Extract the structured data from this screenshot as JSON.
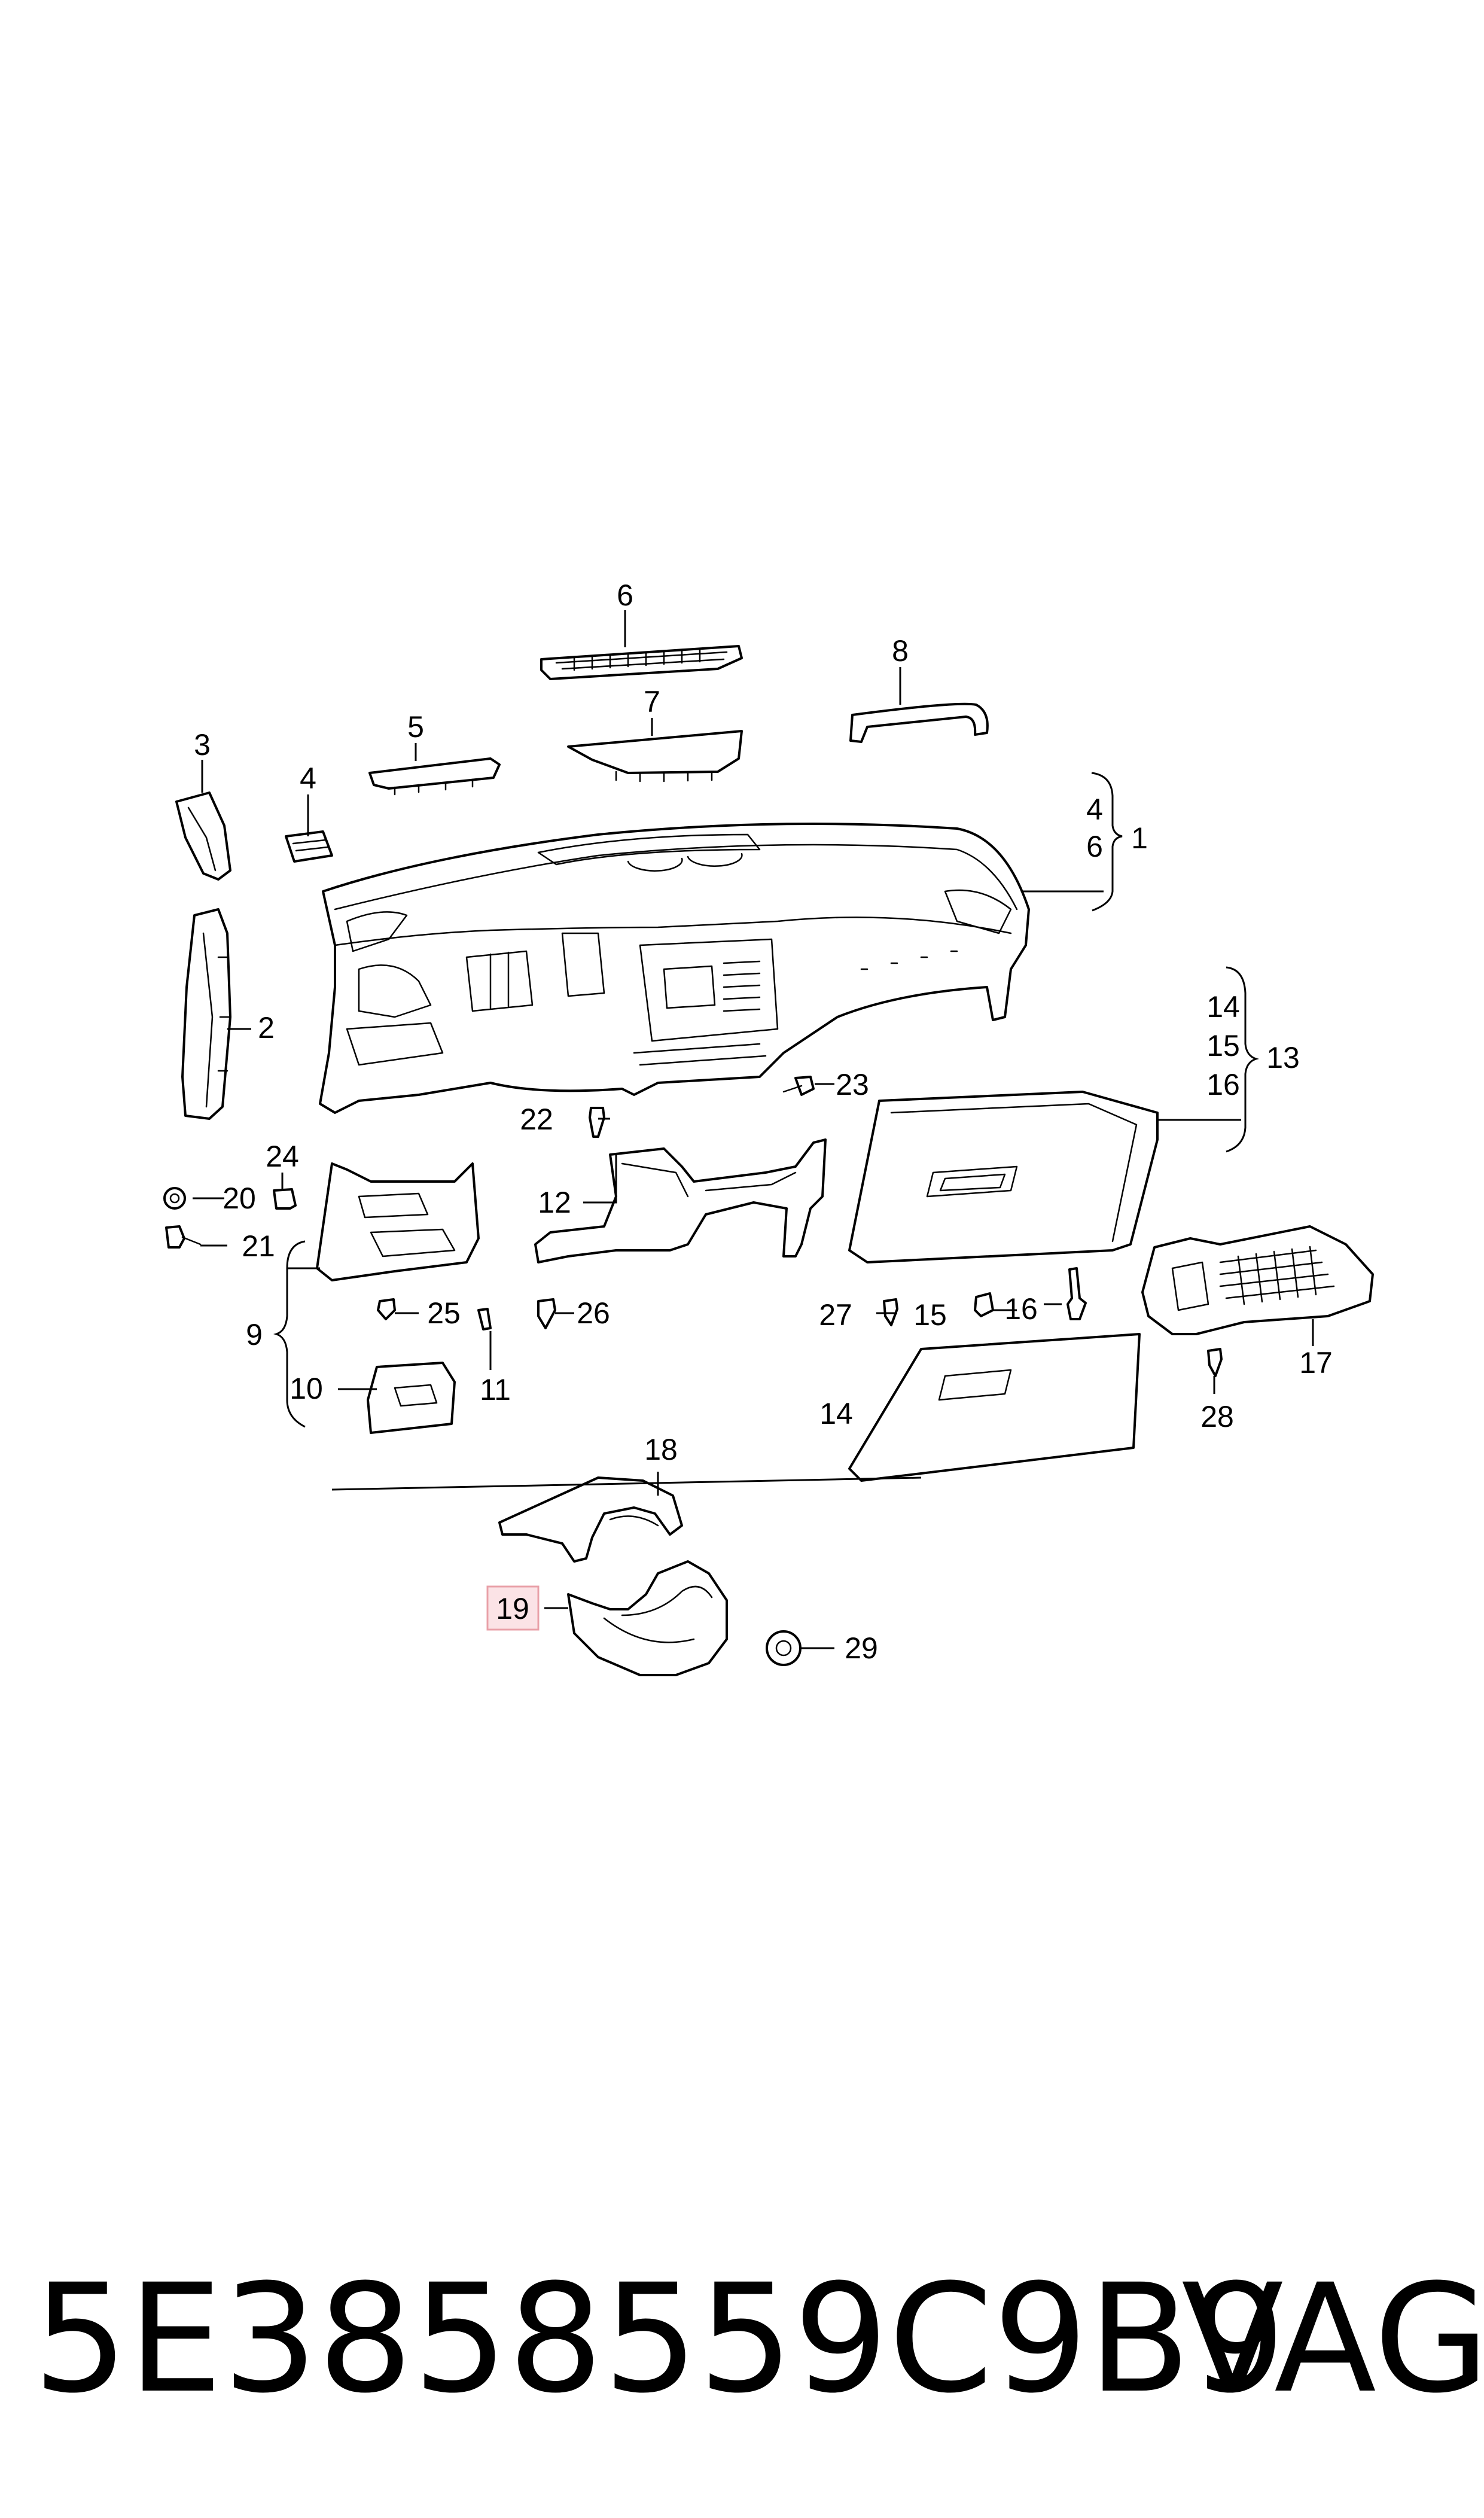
{
  "callouts": {
    "c1": "1",
    "c2": "2",
    "c3": "3",
    "c4": "4",
    "c4b": "4",
    "c5": "5",
    "c6": "6",
    "c6b": "6",
    "c7": "7",
    "c8": "8",
    "c9": "9",
    "c10": "10",
    "c11": "11",
    "c12": "12",
    "c13": "13",
    "c14": "14",
    "c14b": "14",
    "c15": "15",
    "c15b": "15",
    "c16": "16",
    "c16b": "16",
    "c17": "17",
    "c18": "18",
    "c19": "19",
    "c20": "20",
    "c21": "21",
    "c22": "22",
    "c23": "23",
    "c24": "24",
    "c25": "25",
    "c26": "26",
    "c27": "27",
    "c28": "28",
    "c29": "29"
  },
  "highlighted_callout": "19",
  "footer": {
    "part_number": "5E3858559C9B9",
    "brand": "VAG"
  }
}
